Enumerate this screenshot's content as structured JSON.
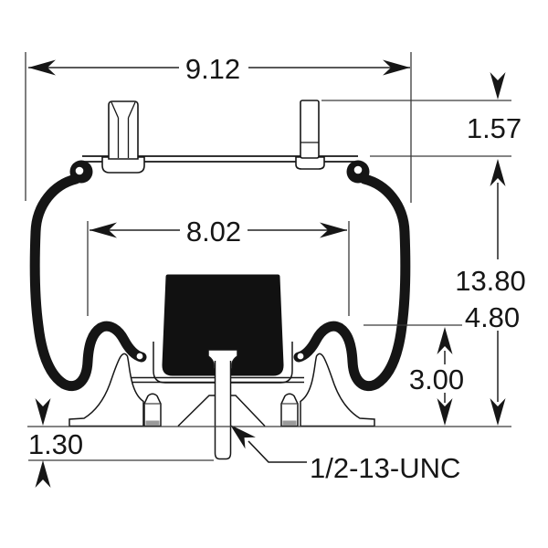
{
  "diagram": {
    "dimensions": {
      "overall_width": "9.12",
      "stud_height": "1.57",
      "bellows_width": "8.02",
      "design_height": "13.80",
      "secondary_height": "4.80",
      "base_clearance": "3.00",
      "stud_length": "1.30",
      "thread": "1/2-13-UNC"
    },
    "colors": {
      "ink": "#161616",
      "background": "#ffffff"
    }
  }
}
